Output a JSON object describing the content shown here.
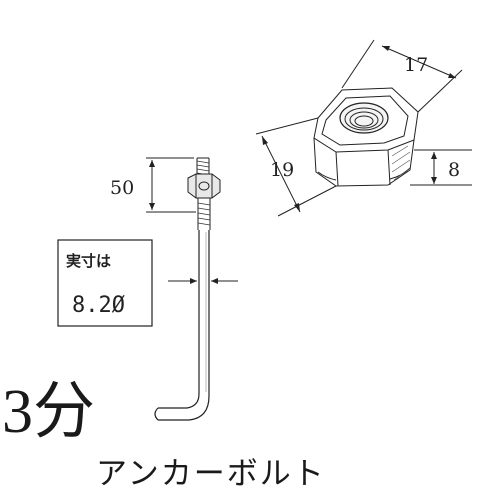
{
  "nut": {
    "width_across_flats": "17",
    "width_across_corners": "19",
    "height": "8"
  },
  "bolt": {
    "thread_length": "50"
  },
  "note_box": {
    "heading": "実寸は",
    "value": "8.2Ø"
  },
  "size_label": "3分",
  "title": "アンカーボルト"
}
